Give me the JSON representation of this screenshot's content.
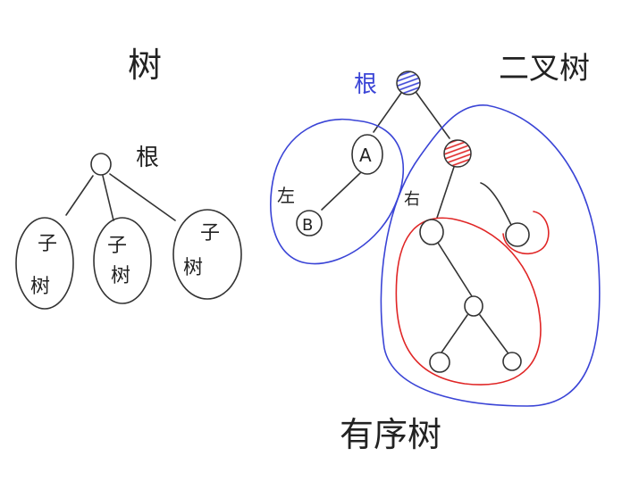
{
  "general_tree": {
    "title": "树",
    "root_label": "根",
    "subtrees": [
      {
        "line1": "子",
        "line2": "树"
      },
      {
        "line1": "子",
        "line2": "树"
      },
      {
        "line1": "子",
        "line2": "树"
      }
    ]
  },
  "binary_tree": {
    "title": "二叉树",
    "root_label": "根",
    "left_label": "左",
    "right_label": "右",
    "node_a": "A",
    "node_b": "B"
  },
  "ordered_tree_label": "有序树",
  "colors": {
    "ink": "#333333",
    "blue": "#3a44d6",
    "red": "#e02626"
  }
}
